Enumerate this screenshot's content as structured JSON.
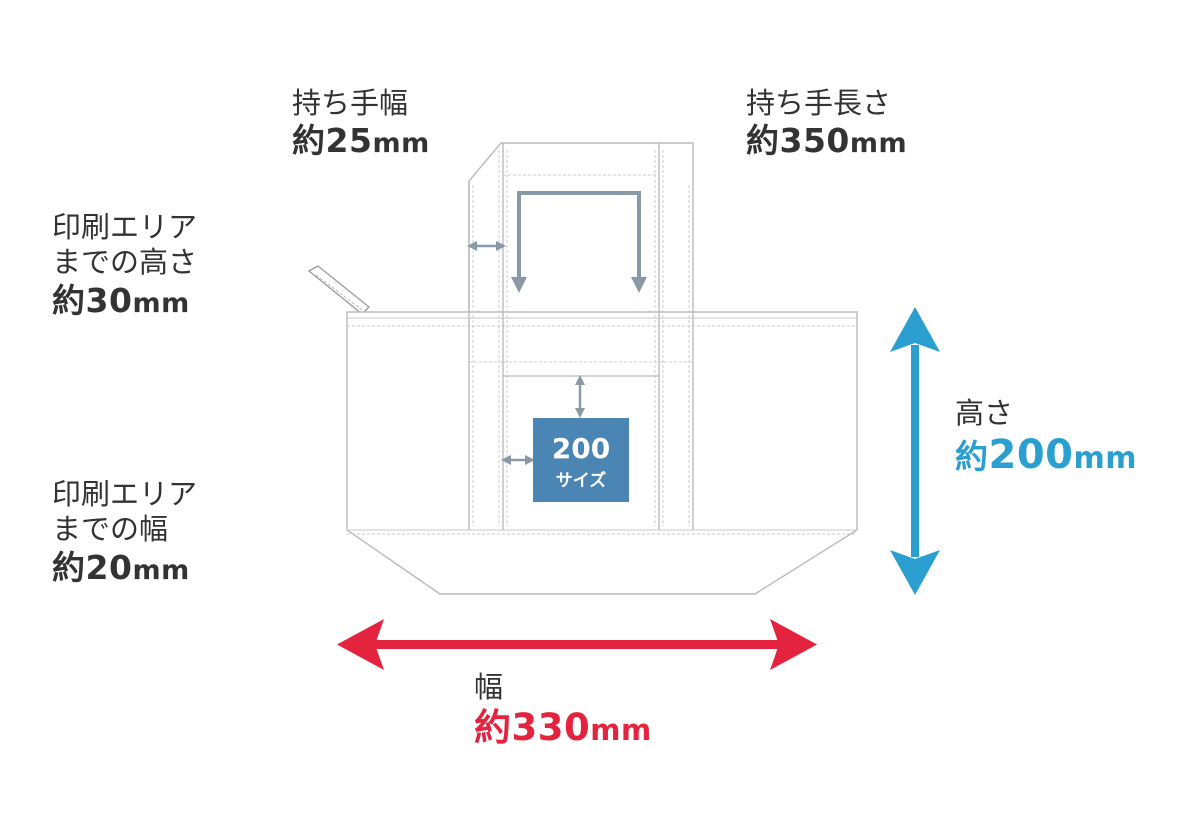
{
  "labels": {
    "handle_width": {
      "label": "持ち手幅",
      "value": "約25",
      "unit": "mm"
    },
    "handle_length": {
      "label": "持ち手長さ",
      "value": "約350",
      "unit": "mm"
    },
    "print_top": {
      "line1": "印刷エリア",
      "line2": "までの高さ",
      "value": "約30",
      "unit": "mm"
    },
    "print_side": {
      "line1": "印刷エリア",
      "line2": "までの幅",
      "value": "約20",
      "unit": "mm"
    },
    "height": {
      "label": "高さ",
      "prefix": "約",
      "value": "200",
      "unit": "mm"
    },
    "width": {
      "label": "幅",
      "value": "約330",
      "unit": "mm"
    }
  },
  "print_area": {
    "size": "200",
    "caption": "サイズ"
  },
  "colors": {
    "text": "#333333",
    "height_arrow": "#2a9fd0",
    "width_arrow": "#e4233f",
    "guide_arrow": "#8a99a6",
    "print_box": "#4a85b3",
    "bag_outline": "#bbbbbb"
  }
}
